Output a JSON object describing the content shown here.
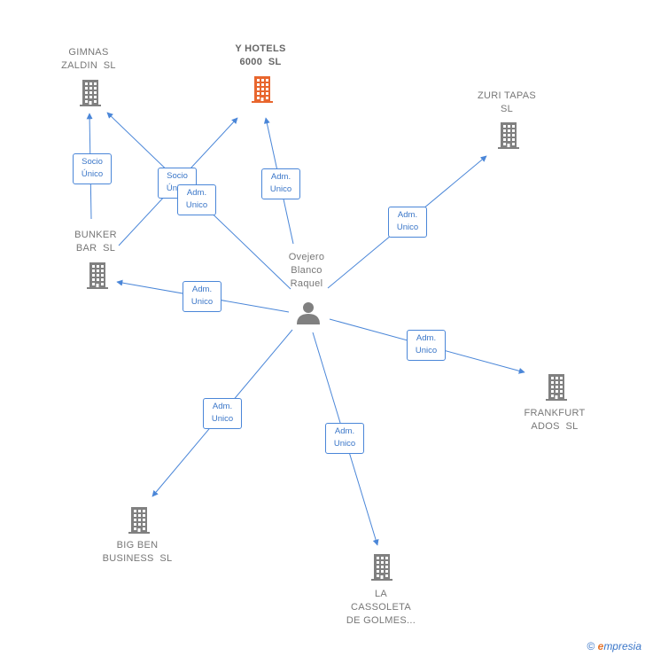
{
  "nodes": [
    {
      "id": "gimnas",
      "label": "GIMNAS\nZALDIN  SL",
      "icon": "building-icon",
      "color": "#808080"
    },
    {
      "id": "yhotels",
      "label": "Y HOTELS\n6000  SL",
      "icon": "building-icon",
      "color": "#e8662e",
      "highlight": true
    },
    {
      "id": "zuri",
      "label": "ZURI TAPAS\nSL",
      "icon": "building-icon",
      "color": "#808080"
    },
    {
      "id": "bunker",
      "label": "BUNKER\nBAR  SL",
      "icon": "building-icon",
      "color": "#808080"
    },
    {
      "id": "person",
      "label": "Ovejero\nBlanco\nRaquel",
      "icon": "person-icon",
      "color": "#808080"
    },
    {
      "id": "frankfurt",
      "label": "FRANKFURT\nADOS  SL",
      "icon": "building-icon",
      "color": "#808080"
    },
    {
      "id": "bigben",
      "label": "BIG BEN\nBUSINESS  SL",
      "icon": "building-icon",
      "color": "#808080"
    },
    {
      "id": "cassoleta",
      "label": "LA\nCASSOLETA\nDE GOLMES...",
      "icon": "building-icon",
      "color": "#808080"
    }
  ],
  "edges": [
    {
      "from": "bunker",
      "to": "gimnas",
      "label": "Socio\nÚnico"
    },
    {
      "from": "bunker",
      "to": "yhotels",
      "label": "Socio\nÚnico"
    },
    {
      "from": "person",
      "to": "gimnas",
      "label": "Adm.\nUnico"
    },
    {
      "from": "person",
      "to": "yhotels",
      "label": "Adm.\nUnico"
    },
    {
      "from": "person",
      "to": "zuri",
      "label": "Adm.\nUnico"
    },
    {
      "from": "person",
      "to": "bunker",
      "label": "Adm.\nUnico"
    },
    {
      "from": "person",
      "to": "frankfurt",
      "label": "Adm.\nUnico"
    },
    {
      "from": "person",
      "to": "bigben",
      "label": "Adm.\nUnico"
    },
    {
      "from": "person",
      "to": "cassoleta",
      "label": "Adm.\nUnico"
    }
  ],
  "colors": {
    "edge": "#4a86d8",
    "building": "#808080",
    "highlight": "#e8662e"
  },
  "footer": {
    "copyright": "©",
    "brand_initial": "e",
    "brand_rest": "mpresia"
  }
}
